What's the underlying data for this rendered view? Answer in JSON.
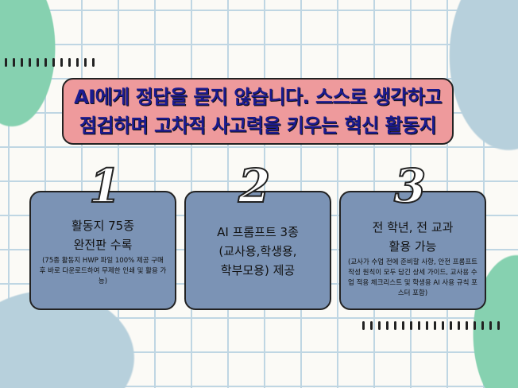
{
  "title": {
    "line1": "AI에게 정답을 묻지 않습니다. 스스로 생각하고",
    "line2": "점검하며 고차적 사고력을 키우는 혁신 활동지"
  },
  "cards": [
    {
      "number": "1",
      "heading1": "활동지 75종",
      "heading2": "완전판 수록",
      "detail": "(75종 활동지 HWP 파일 100% 제공 구매 후 바로 다운로드하여 무제한 인쇄 및 활용 가능)"
    },
    {
      "number": "2",
      "heading1": "AI 프롬프트 3종",
      "heading2": "(교사용,학생용,",
      "heading3": "학부모용) 제공"
    },
    {
      "number": "3",
      "heading1": "전 학년, 전 교과",
      "heading2": "활용 가능",
      "detail": "(교사가 수업 전에 준비할 사항, 안전 프롬프트 작성 원칙이 모두 담긴 상세 가이드, 교사용 수업 적용 체크리스트 및 학생용 AI 사용 규칙 포스터 포함)"
    }
  ],
  "colors": {
    "title_bg": "#ee9a9c",
    "card_bg": "#7b93b5",
    "title_text": "#1b1b8f"
  }
}
